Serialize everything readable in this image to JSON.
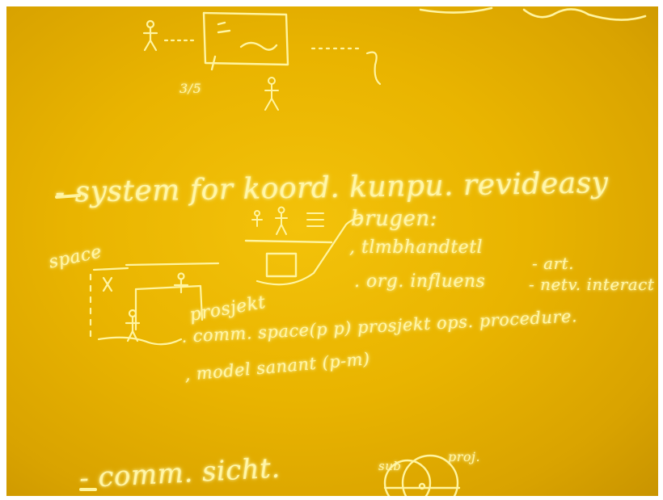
{
  "board": {
    "background_color": "#e9b400",
    "chalk_color": "#fff6a8"
  },
  "top_sketch": {
    "number_label": "3/5"
  },
  "heading": {
    "text": "- system for koord. kunpu. revideasy"
  },
  "space_label": "space",
  "project_label": "prosjekt",
  "bruger_label": "brugen:",
  "bullets": [
    ", tlmbhandtetl",
    ". org. influens",
    ". comm. space(p p) prosjekt  ops. procedure.",
    ", model sanant (p-m)"
  ],
  "right_items": [
    "- art.",
    "- netv. interact"
  ],
  "bottom_line": {
    "text": "- comm. sicht."
  },
  "venn_labels": {
    "left": "sub",
    "right": "proj."
  }
}
